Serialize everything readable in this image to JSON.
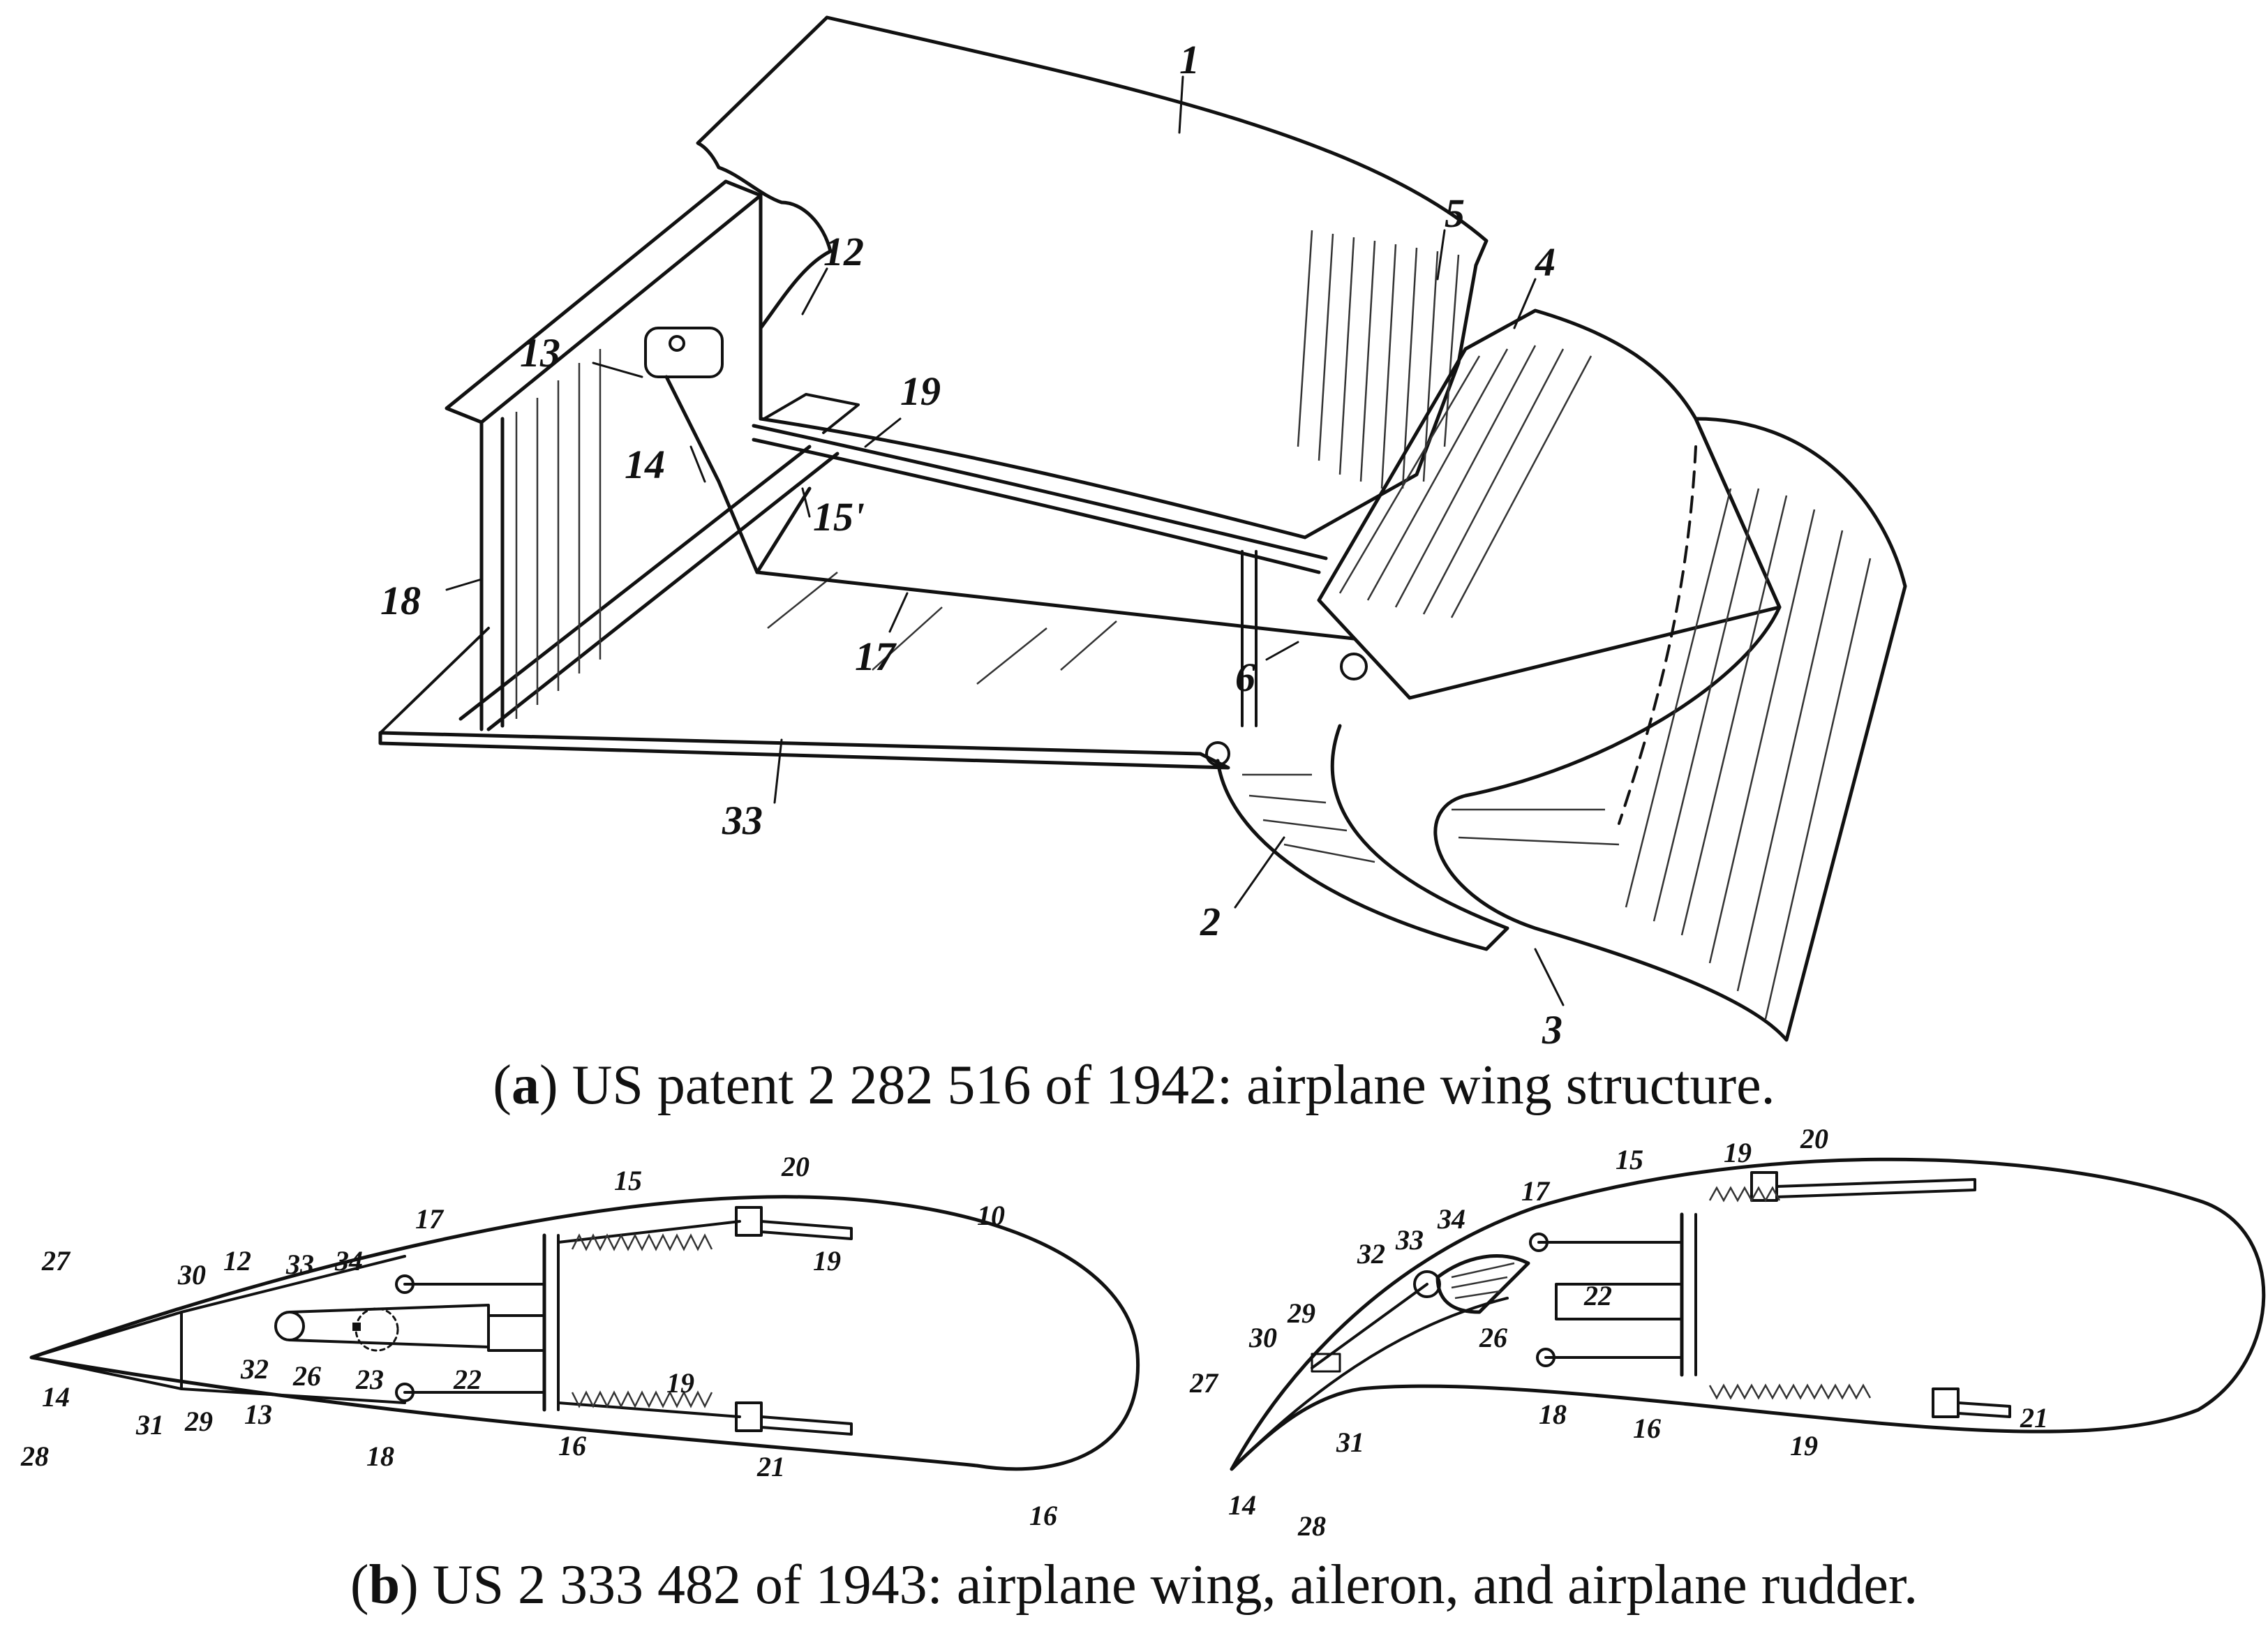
{
  "figure": {
    "panel_a": {
      "letter": "a",
      "caption_text": "US patent 2 282 516 of 1942: airplane wing structure.",
      "labels": [
        "1",
        "2",
        "3",
        "4",
        "5",
        "6",
        "12",
        "13",
        "14",
        "15'",
        "17",
        "18",
        "19",
        "33"
      ]
    },
    "panel_b": {
      "letter": "b",
      "caption_text": "US 2 333 482 of 1943: airplane wing, aileron, and airplane rudder.",
      "left_labels": [
        "10",
        "12",
        "13",
        "14",
        "15",
        "16",
        "16",
        "17",
        "18",
        "19",
        "19",
        "20",
        "21",
        "22",
        "23",
        "26",
        "27",
        "28",
        "29",
        "30",
        "31",
        "32",
        "33",
        "34"
      ],
      "right_labels": [
        "14",
        "15",
        "16",
        "17",
        "18",
        "19",
        "19",
        "20",
        "21",
        "22",
        "26",
        "27",
        "28",
        "29",
        "30",
        "31",
        "32",
        "33",
        "34"
      ]
    }
  }
}
